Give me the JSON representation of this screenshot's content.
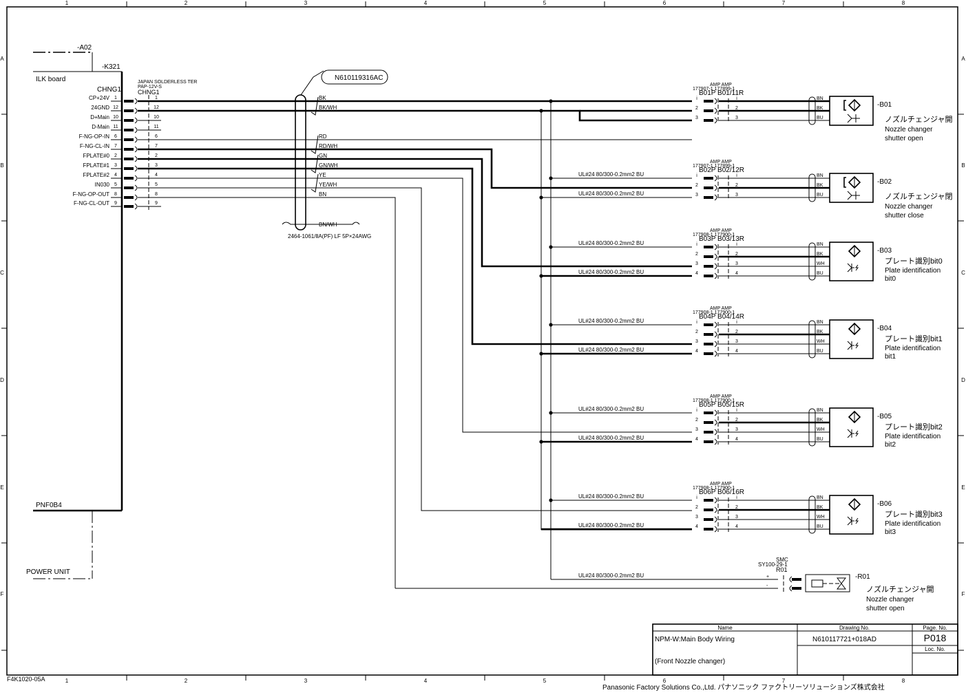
{
  "frame": {
    "columns": [
      "1",
      "2",
      "3",
      "4",
      "5",
      "6",
      "7",
      "8"
    ],
    "rows": [
      "A",
      "B",
      "C",
      "D",
      "E",
      "F"
    ],
    "form_code": "F4K1020-05A"
  },
  "left": {
    "a02": "-A02",
    "k321": "-K321",
    "ilk_board": "ILK board",
    "chng1_label": "CHNG1",
    "connector_maker": "JAPAN SOLDERLESS TER",
    "connector_part": "PAP-12V-S",
    "connector_name": "CHNG1",
    "pins": [
      {
        "signal": "CP+24V",
        "pin": "1",
        "wire": "thick"
      },
      {
        "signal": "24GND",
        "pin": "12",
        "wire": "thick"
      },
      {
        "signal": "D+Main",
        "pin": "10",
        "wire": "thin"
      },
      {
        "signal": "D-Main",
        "pin": "11",
        "wire": "thin"
      },
      {
        "signal": "F-NG-OP-IN",
        "pin": "6",
        "wire": "thin"
      },
      {
        "signal": "F-NG-CL-IN",
        "pin": "7",
        "wire": "thick"
      },
      {
        "signal": "FPLATE#0",
        "pin": "2",
        "wire": "thick"
      },
      {
        "signal": "FPLATE#1",
        "pin": "3",
        "wire": "thick"
      },
      {
        "signal": "FPLATE#2",
        "pin": "4",
        "wire": "thin"
      },
      {
        "signal": "IN030",
        "pin": "5",
        "wire": "thin"
      },
      {
        "signal": "F-NG-OP-OUT",
        "pin": "8",
        "wire": "thin"
      },
      {
        "signal": "F-NG-CL-OUT",
        "pin": "9",
        "wire": "thin"
      }
    ],
    "pnf0b4": "PNF0B4",
    "power_unit": "POWER UNIT"
  },
  "cable": {
    "part_no": "N610119316AC",
    "spec": "2464-1061/ⅡA(PF) LF 5P×24AWG",
    "wire_colors": [
      "BK",
      "BK/WH",
      "RD",
      "RD/WH",
      "GN",
      "GN/WH",
      "YE",
      "YE/WH",
      "BN",
      "BN/WH"
    ]
  },
  "bus_wire_label": "UL#24 80/300-0.2mm2 BU",
  "sensors": [
    {
      "id": "-B01",
      "maker": "AMP AMP",
      "parts": "177907-1 177899-1",
      "conn": "B01P B01/11R",
      "pins": [
        "i",
        "2",
        "3"
      ],
      "colors": [
        "BN",
        "BK",
        "BU"
      ],
      "name_jp": "ノズルチェンジャ開",
      "name_en1": "Nozzle changer",
      "name_en2": "shutter open",
      "type": "proximity"
    },
    {
      "id": "-B02",
      "maker": "AMP AMP",
      "parts": "177907-1 177899-1",
      "conn": "B02P B02/12R",
      "pins": [
        "i",
        "2",
        "3"
      ],
      "colors": [
        "BN",
        "BK",
        "BU"
      ],
      "name_jp": "ノズルチェンジャ閉",
      "name_en1": "Nozzle changer",
      "name_en2": "shutter close",
      "type": "proximity"
    },
    {
      "id": "-B03",
      "maker": "AMP AMP",
      "parts": "177908-1 177900-1",
      "conn": "B03P B03/13R",
      "pins": [
        "i",
        "2",
        "3",
        "4"
      ],
      "colors": [
        "BN",
        "BK",
        "WH",
        "BU"
      ],
      "name_jp": "プレート識別bit0",
      "name_en1": "Plate identification",
      "name_en2": "bit0",
      "type": "photo"
    },
    {
      "id": "-B04",
      "maker": "AMP AMP",
      "parts": "177908-1 177900-1",
      "conn": "B04P B04/14R",
      "pins": [
        "i",
        "2",
        "3",
        "4"
      ],
      "colors": [
        "BN",
        "BK",
        "WH",
        "BU"
      ],
      "name_jp": "プレート識別bit1",
      "name_en1": "Plate identification",
      "name_en2": "bit1",
      "type": "photo"
    },
    {
      "id": "-B05",
      "maker": "AMP AMP",
      "parts": "177908-1 177900-1",
      "conn": "B05P B05/15R",
      "pins": [
        "i",
        "2",
        "3",
        "4"
      ],
      "colors": [
        "BN",
        "BK",
        "WH",
        "BU"
      ],
      "name_jp": "プレート識別bit2",
      "name_en1": "Plate identification",
      "name_en2": "bit2",
      "type": "photo"
    },
    {
      "id": "-B06",
      "maker": "AMP AMP",
      "parts": "177908-1 177900-1",
      "conn": "B06P B06/16R",
      "pins": [
        "i",
        "2",
        "3",
        "4"
      ],
      "colors": [
        "BN",
        "BK",
        "WH",
        "BU"
      ],
      "name_jp": "プレート識別bit3",
      "name_en1": "Plate identification",
      "name_en2": "bit3",
      "type": "photo"
    }
  ],
  "valve": {
    "id": "-R01",
    "maker": "SMC",
    "part": "SY100-29-1",
    "conn": "R01",
    "plus": "+",
    "minus": "-",
    "name_jp": "ノズルチェンジャ開",
    "name_en1": "Nozzle changer",
    "name_en2": "shutter open"
  },
  "title_block": {
    "name_header": "Name",
    "drawing_header": "Drawing No.",
    "page_header": "Page. No.",
    "loc_header": "Loc. No.",
    "name_line1": "NPM-W:Main Body Wiring",
    "name_line2": "(Front Nozzle changer)",
    "drawing_no": "N610117721+018AD",
    "page_no": "P018",
    "loc_no": ""
  },
  "company": "Panasonic Factory Solutions Co.,Ltd. パナソニック ファクトリーソリューションズ株式会社"
}
